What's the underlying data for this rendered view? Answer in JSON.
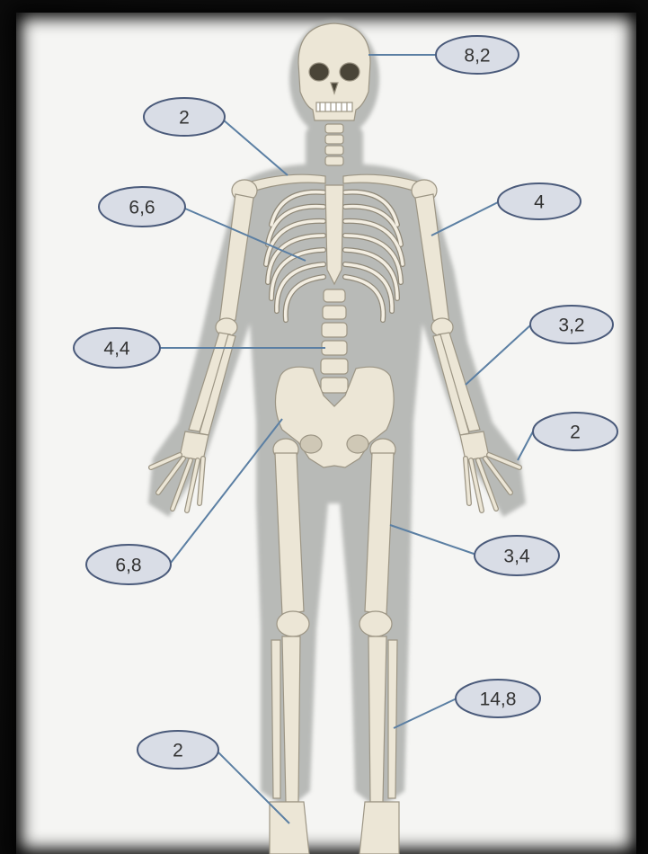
{
  "labels": [
    {
      "id": "skull",
      "text": "8,2"
    },
    {
      "id": "clavicle",
      "text": "2"
    },
    {
      "id": "ribs",
      "text": "6,6"
    },
    {
      "id": "upper-arm",
      "text": "4"
    },
    {
      "id": "spine",
      "text": "4,4"
    },
    {
      "id": "forearm",
      "text": "3,2"
    },
    {
      "id": "hand",
      "text": "2"
    },
    {
      "id": "pelvis",
      "text": "6,8"
    },
    {
      "id": "thigh",
      "text": "3,4"
    },
    {
      "id": "lower-leg",
      "text": "14,8"
    },
    {
      "id": "foot",
      "text": "2"
    }
  ],
  "colors": {
    "bubble_fill": "#d9dde6",
    "bubble_stroke": "#4a5a7a",
    "leader_line": "#5b7fa3",
    "body_silhouette": "#aeb0ad",
    "bone": "#ece6d6",
    "bone_outline": "#9c9584"
  }
}
